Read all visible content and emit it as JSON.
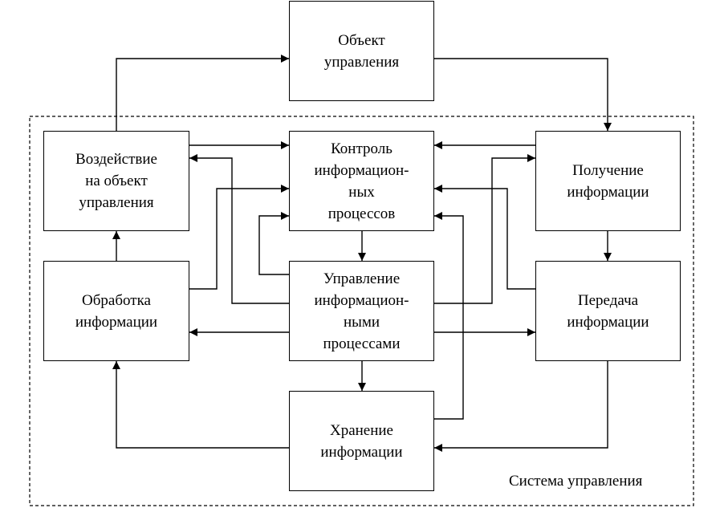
{
  "diagram": {
    "system_label": "Система управления",
    "nodes": {
      "object": "Объект\nуправления",
      "impact": "Воздействие\nна объект\nуправления",
      "control": "Контроль\nинформацион-\nных\nпроцессов",
      "receive": "Получение\nинформации",
      "processing": "Обработка\nинформации",
      "management": "Управление\nинформацион-\nными\nпроцессами",
      "transfer": "Передача\nинформации",
      "storage": "Хранение\nинформации"
    }
  }
}
